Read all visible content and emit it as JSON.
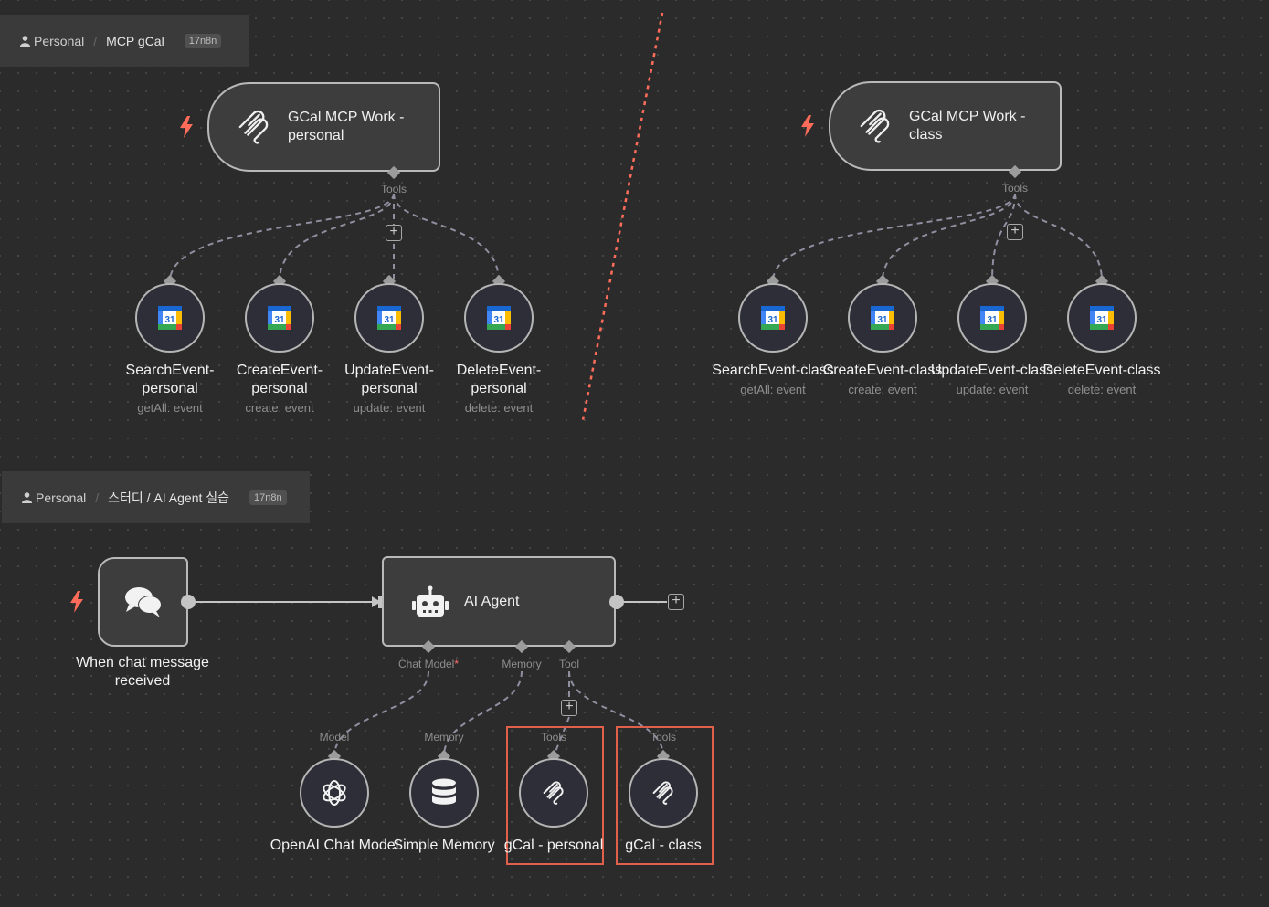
{
  "top_left": {
    "breadcrumb": {
      "owner": "Personal",
      "workflow": "MCP gCal",
      "badge": "17n8n"
    },
    "trigger": {
      "title_line1": "GCal MCP Work -",
      "title_line2": "personal",
      "port_label": "Tools"
    },
    "tools": [
      {
        "name_line1": "SearchEvent-",
        "name_line2": "personal",
        "sub": "getAll: event"
      },
      {
        "name_line1": "CreateEvent-",
        "name_line2": "personal",
        "sub": "create: event"
      },
      {
        "name_line1": "UpdateEvent-",
        "name_line2": "personal",
        "sub": "update: event"
      },
      {
        "name_line1": "DeleteEvent-",
        "name_line2": "personal",
        "sub": "delete: event"
      }
    ]
  },
  "top_right": {
    "trigger": {
      "title_line1": "GCal MCP Work -",
      "title_line2": "class",
      "port_label": "Tools"
    },
    "tools": [
      {
        "name": "SearchEvent-class",
        "sub": "getAll: event"
      },
      {
        "name": "CreateEvent-class",
        "sub": "create: event"
      },
      {
        "name": "UpdateEvent-class",
        "sub": "update: event"
      },
      {
        "name": "DeleteEvent-class",
        "sub": "delete: event"
      }
    ]
  },
  "bottom": {
    "breadcrumb": {
      "owner": "Personal",
      "workflow": "스터디 / AI Agent 실습",
      "badge": "17n8n"
    },
    "chat_trigger": {
      "label_line1": "When chat message",
      "label_line2": "received"
    },
    "agent": {
      "title": "AI Agent",
      "ports": {
        "chat_model": "Chat Model",
        "required_mark": "*",
        "memory": "Memory",
        "tool": "Tool"
      }
    },
    "subnodes": [
      {
        "port_label": "Model",
        "name": "OpenAI Chat Model"
      },
      {
        "port_label": "Memory",
        "name": "Simple Memory"
      },
      {
        "port_label": "Tools",
        "name": "gCal - personal"
      },
      {
        "port_label": "Tools",
        "name": "gCal - class"
      }
    ]
  },
  "colors": {
    "canvas": "#2b2b2b",
    "node_fill": "#3d3d3d",
    "node_border": "#b9b9b9",
    "trigger_bolt": "#ff6d5a",
    "highlight": "#e0604b",
    "divider": "#ff6d5a"
  }
}
